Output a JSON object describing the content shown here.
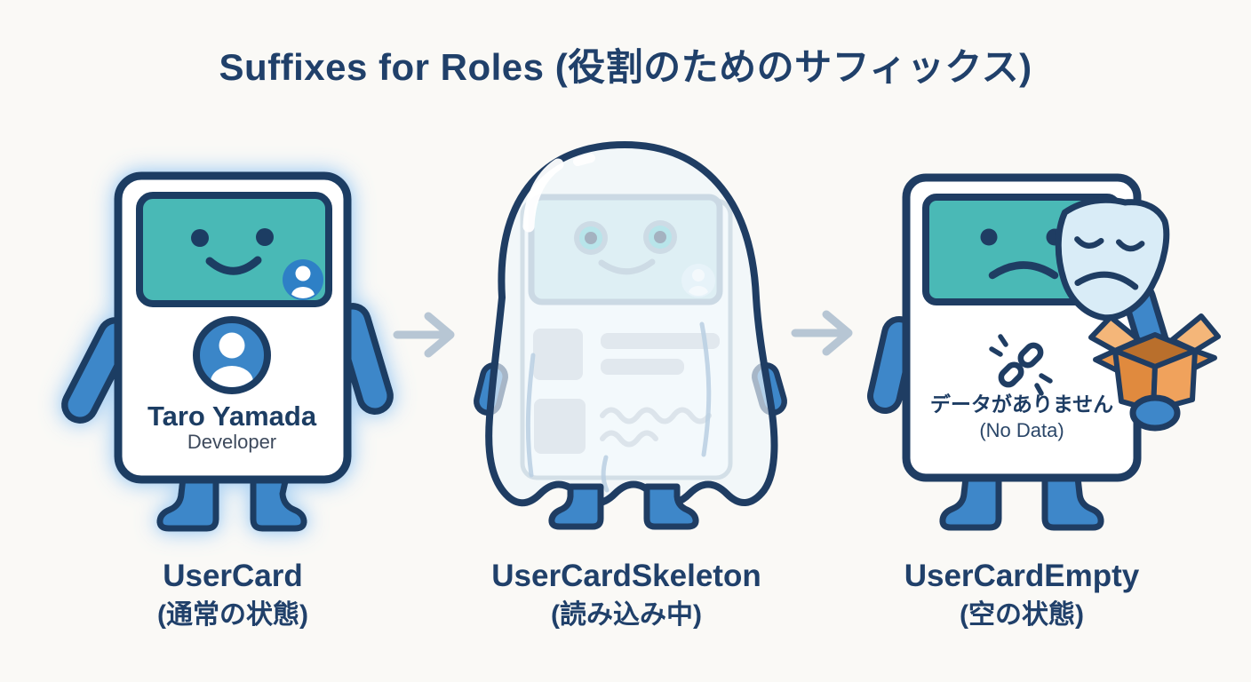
{
  "title": "Suffixes for Roles (役割のためのサフィックス)",
  "figures": [
    {
      "label": "UserCard",
      "sublabel": "(通常の状態)"
    },
    {
      "label": "UserCardSkeleton",
      "sublabel": "(読み込み中)"
    },
    {
      "label": "UserCardEmpty",
      "sublabel": "(空の状態)"
    }
  ],
  "user_card": {
    "name": "Taro Yamada",
    "role": "Developer"
  },
  "empty_card": {
    "message": "データがありません",
    "message_en": "(No Data)"
  },
  "icons": {
    "badge": "person-badge-icon",
    "avatar": "user-avatar-icon",
    "link": "broken-link-icon",
    "mask": "sad-mask-icon",
    "box": "empty-box-icon",
    "arrow": "right-arrow-icon"
  },
  "colors": {
    "background": "#faf9f6",
    "navy_outline": "#1f3d63",
    "title_navy": "#20406a",
    "teal_screen": "#4ab9b6",
    "limb_blue": "#3e87c9",
    "badge_blue": "#2e80c6",
    "glow_blue": "#a8d0f2",
    "skeleton_gray": "#c6cdd6",
    "sheet_tint": "#eef5fb",
    "mask_blue": "#d9ecf7",
    "box_orange": "#ef9d54",
    "arrow_gray": "#b7c6d4"
  }
}
